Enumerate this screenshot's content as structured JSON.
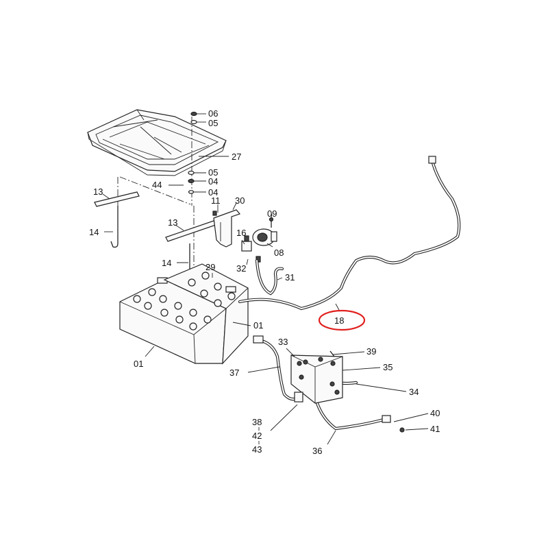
{
  "diagram": {
    "highlight_color": "#e0201e",
    "highlighted_callout": "18",
    "callouts": [
      {
        "id": "c06",
        "label": "06"
      },
      {
        "id": "c05a",
        "label": "05"
      },
      {
        "id": "c27",
        "label": "27"
      },
      {
        "id": "c05b",
        "label": "05"
      },
      {
        "id": "c04a",
        "label": "04"
      },
      {
        "id": "c04b",
        "label": "04"
      },
      {
        "id": "c44",
        "label": "44"
      },
      {
        "id": "c13a",
        "label": "13"
      },
      {
        "id": "c14a",
        "label": "14"
      },
      {
        "id": "c11",
        "label": "11"
      },
      {
        "id": "c30",
        "label": "30"
      },
      {
        "id": "c09",
        "label": "09"
      },
      {
        "id": "c13b",
        "label": "13"
      },
      {
        "id": "c16",
        "label": "16"
      },
      {
        "id": "c08",
        "label": "08"
      },
      {
        "id": "c32",
        "label": "32"
      },
      {
        "id": "c14b",
        "label": "14"
      },
      {
        "id": "c29",
        "label": "29"
      },
      {
        "id": "c31",
        "label": "31"
      },
      {
        "id": "c18",
        "label": "18"
      },
      {
        "id": "c01a",
        "label": "01"
      },
      {
        "id": "c01b",
        "label": "01"
      },
      {
        "id": "c33",
        "label": "33"
      },
      {
        "id": "c39",
        "label": "39"
      },
      {
        "id": "c35",
        "label": "35"
      },
      {
        "id": "c37",
        "label": "37"
      },
      {
        "id": "c34",
        "label": "34"
      },
      {
        "id": "c40",
        "label": "40"
      },
      {
        "id": "c41",
        "label": "41"
      },
      {
        "id": "c38",
        "label": "38"
      },
      {
        "id": "c42",
        "label": "42"
      },
      {
        "id": "c43",
        "label": "43"
      },
      {
        "id": "c36",
        "label": "36"
      }
    ]
  }
}
